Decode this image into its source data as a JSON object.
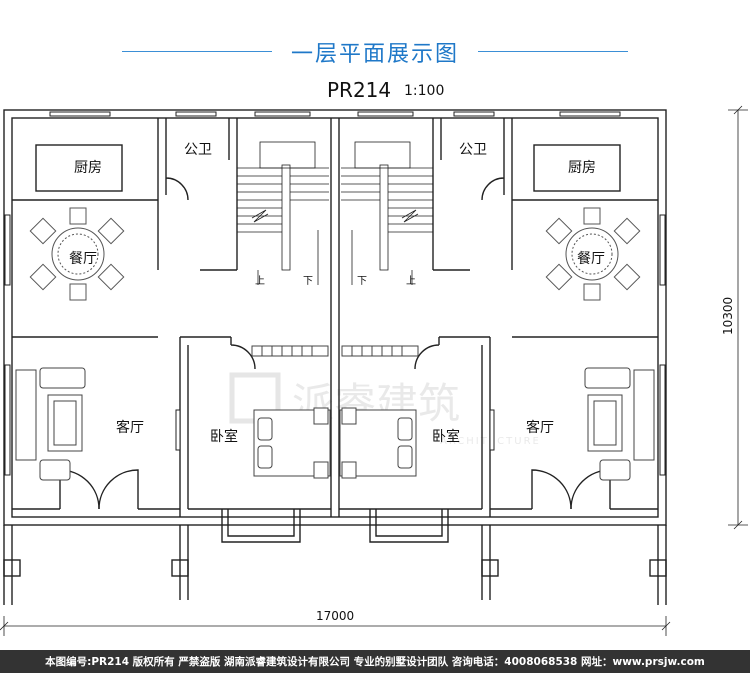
{
  "header": {
    "title": "一层平面展示图",
    "plan_code": "PR214",
    "scale": "1:100"
  },
  "rooms": {
    "kitchen": "厨房",
    "bathroom": "公卫",
    "dining": "餐厅",
    "living": "客厅",
    "bedroom": "卧室"
  },
  "stairs": {
    "up": "上",
    "down": "下"
  },
  "dimensions": {
    "width": "17000",
    "depth": "10300"
  },
  "watermark": {
    "text": "派睿建筑",
    "subtext": "ARCHITECTURE"
  },
  "footer": {
    "text": "本图编号:PR214 版权所有 严禁盗版 湖南派睿建筑设计有限公司 专业的别墅设计团队 咨询电话：4008068538 网址：www.prsjw.com"
  },
  "colors": {
    "title": "#1f78c8",
    "wall": "#222222",
    "footer_bg": "#333333"
  }
}
